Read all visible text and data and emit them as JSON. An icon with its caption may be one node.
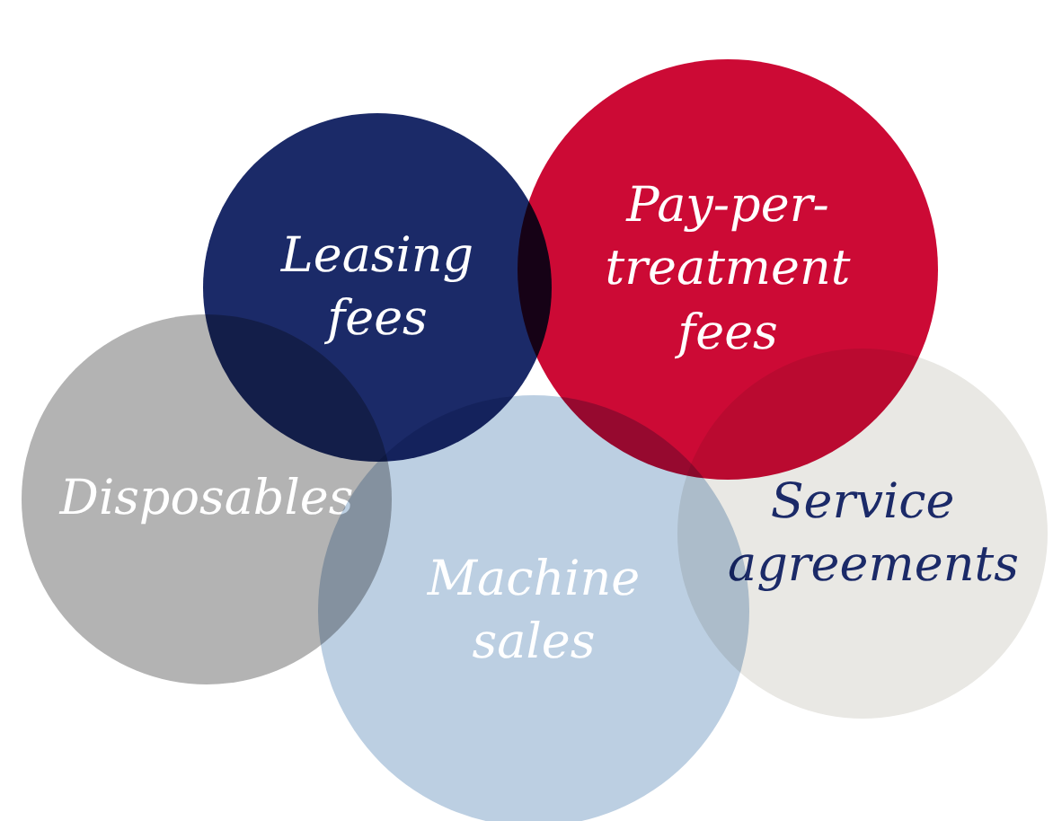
{
  "diagram": {
    "nodes": [
      {
        "text": [
          "Leasing fees"
        ]
      },
      {
        "text": [
          "Pay-per-treatment fees"
        ]
      },
      {
        "text": [
          "Disposables"
        ]
      },
      {
        "text": [
          "Service agreements"
        ]
      },
      {
        "text": [
          "Machine sales"
        ]
      }
    ]
  }
}
